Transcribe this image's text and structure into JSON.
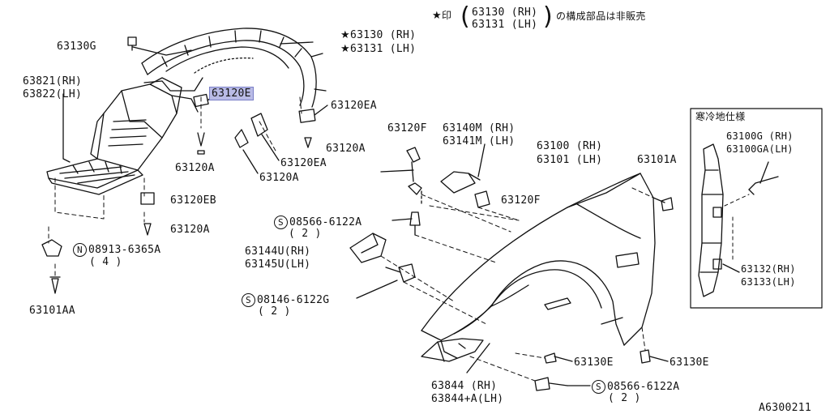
{
  "diagram": {
    "note": {
      "star": "★",
      "prefix": "印",
      "rh": "63130 (RH)",
      "lh": "63131 (LH)",
      "suffix": "の構成部品は非販売"
    },
    "cold_region_box_title": "寒冷地仕様",
    "drawing_code": "A6300211",
    "labels": {
      "p63130G_top": "63130G",
      "p63130_rh": "63130 (RH)",
      "p63131_lh": "63131 (LH)",
      "p63821": "63821(RH)",
      "p63822": "63822(LH)",
      "p63120E": "63120E",
      "p63120EA_right": "63120EA",
      "p63120A_a": "63120A",
      "p63120A_b": "63120A",
      "p63120EA_mid": "63120EA",
      "p63120A_c": "63120A",
      "p63120EB": "63120EB",
      "p63120A_d": "63120A",
      "n08913": "08913-6365A",
      "n08913_qty": "( 4 )",
      "p63101AA": "63101AA",
      "p63120F_a": "63120F",
      "p63140M": "63140M (RH)",
      "p63141M": "63141M (LH)",
      "p63100": "63100 (RH)",
      "p63101": "63101 (LH)",
      "p63101A": "63101A",
      "p63120F_b": "63120F",
      "s08566_a": "08566-6122A",
      "s08566_a_qty": "( 2 )",
      "p63144U": "63144U(RH)",
      "p63145U": "63145U(LH)",
      "s08146": "08146-6122G",
      "s08146_qty": "( 2 )",
      "p63100G": "63100G (RH)",
      "p63100GA": "63100GA(LH)",
      "p63132": "63132(RH)",
      "p63133": "63133(LH)",
      "p63130E_a": "63130E",
      "p63130E_b": "63130E",
      "p63844_rh": "63844  (RH)",
      "p63844_lh": "63844+A(LH)",
      "s08566_b": "08566-6122A",
      "s08566_b_qty": "( 2 )"
    },
    "symbols": {
      "s": "S",
      "n": "N"
    }
  }
}
